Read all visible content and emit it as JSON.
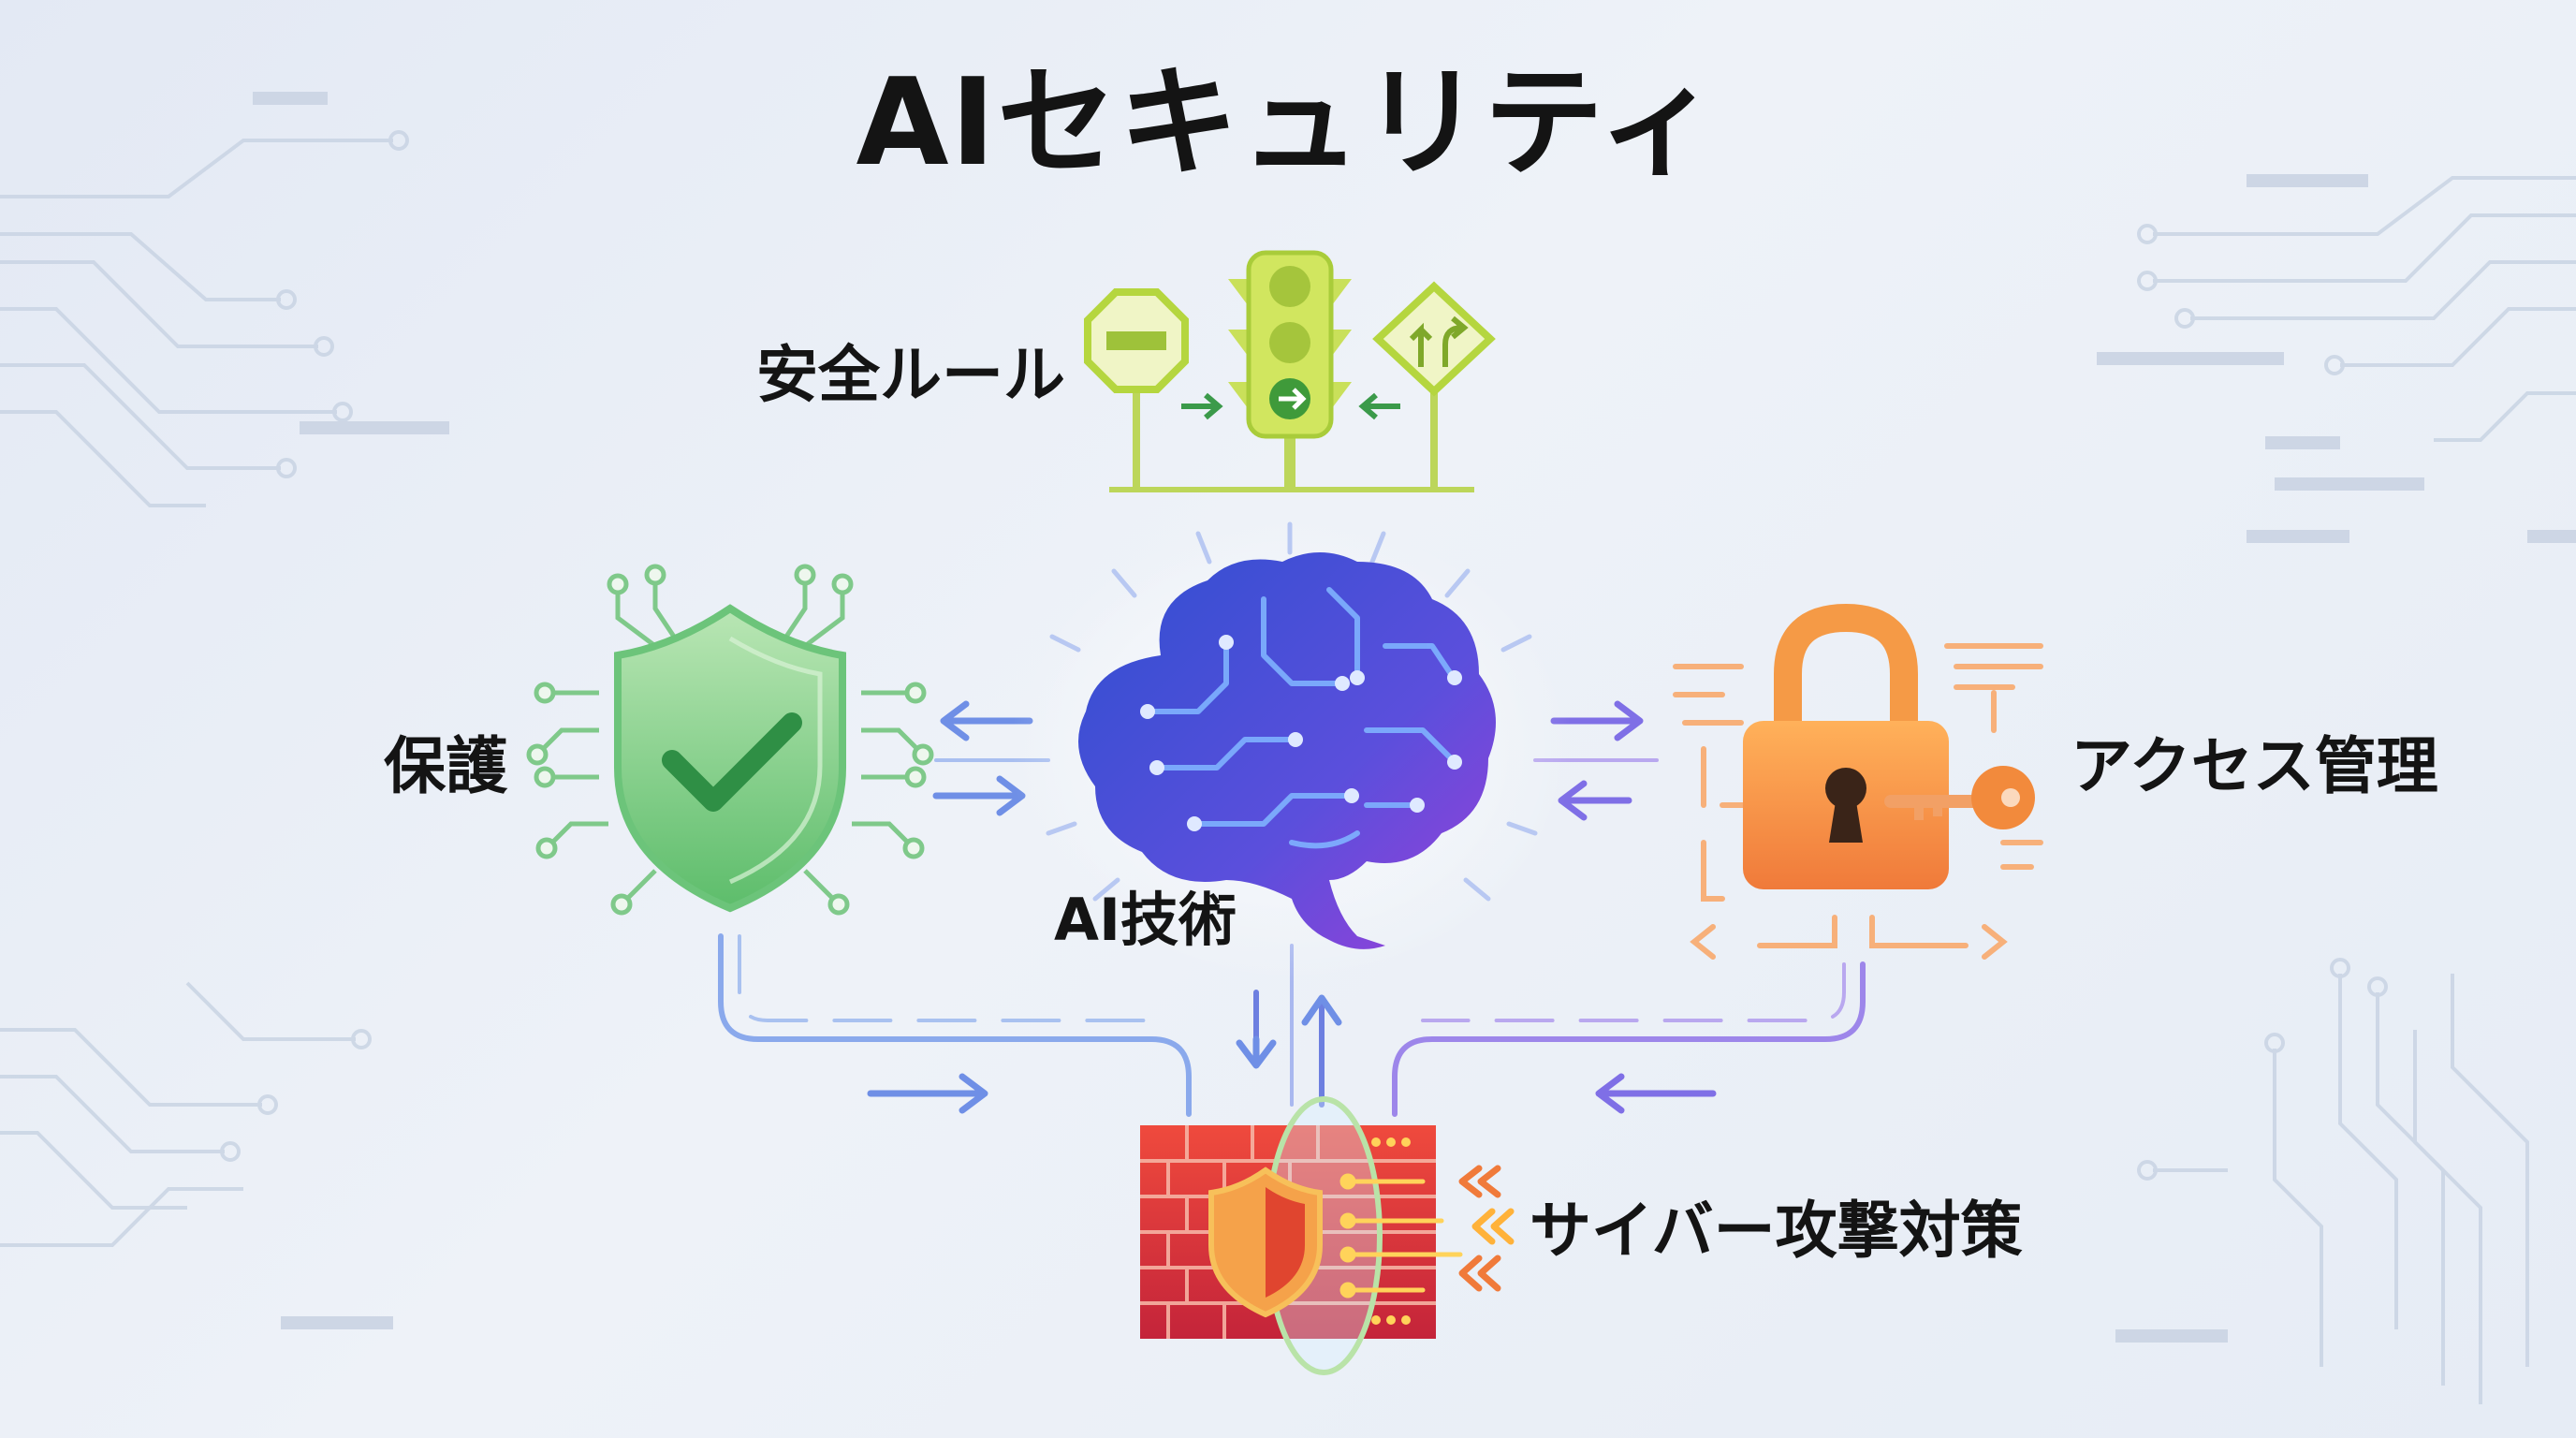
{
  "title": "AIセキュリティ",
  "labels": {
    "rules": "安全ルール",
    "protection": "保護",
    "ai_tech": "AI技術",
    "access": "アクセス管理",
    "cyber": "サイバー攻撃対策"
  },
  "icons": {
    "rules": "traffic-light-and-road-signs-icon",
    "protection": "shield-checkmark-circuit-icon",
    "ai_tech": "circuit-brain-icon",
    "access": "padlock-key-icon",
    "cyber": "firewall-shield-icon"
  },
  "colors": {
    "title": "#141414",
    "green": "#5cbf6a",
    "lime": "#b5d63f",
    "brain_blue": "#3b5bd6",
    "brain_purple": "#8a3fd9",
    "orange": "#f28a3c",
    "red": "#d93a3a",
    "connector_blue": "#5a7fe0",
    "connector_purple": "#8b6fe6"
  }
}
